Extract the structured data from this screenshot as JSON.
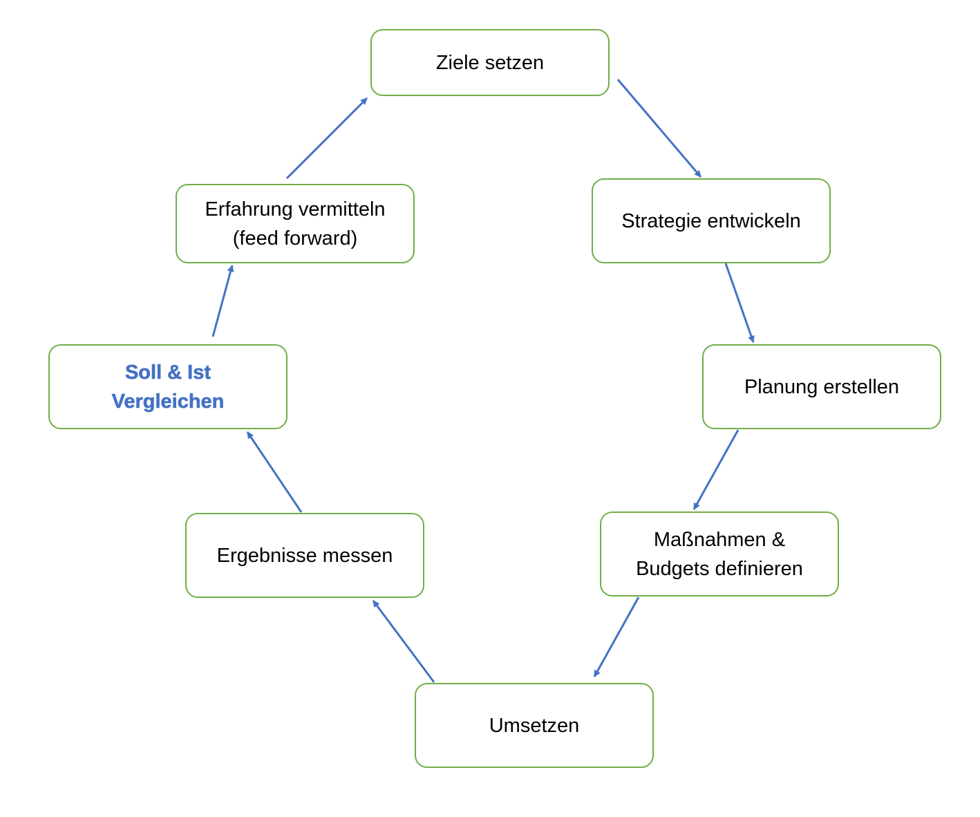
{
  "diagram": {
    "nodes": [
      {
        "id": "ziele",
        "label": "Ziele setzen"
      },
      {
        "id": "strategie",
        "label": "Strategie entwickeln"
      },
      {
        "id": "planung",
        "label": "Planung erstellen"
      },
      {
        "id": "massnahmen",
        "label": "Maßnahmen &\nBudgets definieren"
      },
      {
        "id": "umsetzen",
        "label": "Umsetzen"
      },
      {
        "id": "ergebnisse",
        "label": "Ergebnisse messen"
      },
      {
        "id": "vergleich",
        "label": "Soll & Ist\nVergleichen"
      },
      {
        "id": "erfahrung",
        "label": "Erfahrung vermitteln\n(feed forward)"
      }
    ],
    "edges": [
      {
        "from": "ziele",
        "to": "strategie"
      },
      {
        "from": "strategie",
        "to": "planung"
      },
      {
        "from": "planung",
        "to": "massnahmen"
      },
      {
        "from": "massnahmen",
        "to": "umsetzen"
      },
      {
        "from": "umsetzen",
        "to": "ergebnisse"
      },
      {
        "from": "ergebnisse",
        "to": "vergleich"
      },
      {
        "from": "vergleich",
        "to": "erfahrung"
      },
      {
        "from": "erfahrung",
        "to": "ziele"
      }
    ],
    "colors": {
      "node_border": "#70ad47",
      "arrow": "#4472c4",
      "highlight_text": "#4472c4"
    }
  }
}
